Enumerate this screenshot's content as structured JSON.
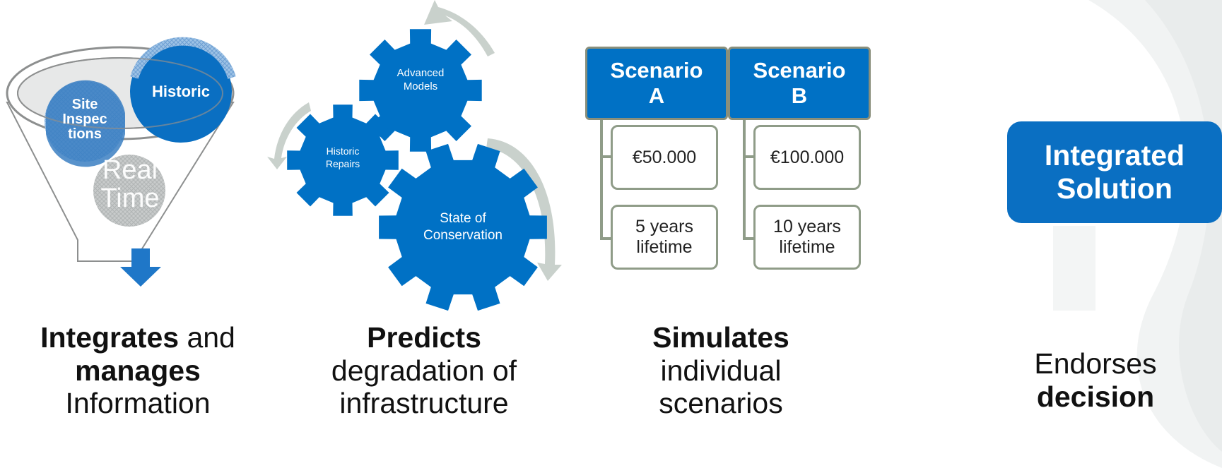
{
  "funnel": {
    "circles": [
      {
        "label": "Historic"
      },
      {
        "label_lines": [
          "Site",
          "Inspec",
          "tions"
        ]
      },
      {
        "label_lines": [
          "Real",
          "Time"
        ]
      }
    ]
  },
  "gears": [
    {
      "label_lines": [
        "Advanced",
        "Models"
      ]
    },
    {
      "label_lines": [
        "Historic",
        "Repairs"
      ]
    },
    {
      "label_lines": [
        "State of",
        "Conservation"
      ]
    }
  ],
  "scenarios": [
    {
      "title_lines": [
        "Scenario",
        "A"
      ],
      "cost": "€50.000",
      "lifetime_lines": [
        "5 years",
        "lifetime"
      ]
    },
    {
      "title_lines": [
        "Scenario",
        "B"
      ],
      "cost": "€100.000",
      "lifetime_lines": [
        "10 years",
        "lifetime"
      ]
    }
  ],
  "integrated_solution": {
    "lines": [
      "Integrated",
      "Solution"
    ]
  },
  "captions": [
    {
      "line1_bold": "Integrates",
      "line1_rest": " and",
      "line2_bold": "manages",
      "line3": "Information"
    },
    {
      "line1_bold": "Predicts",
      "line2": "degradation of",
      "line3": "infrastructure"
    },
    {
      "line1_bold": "Simulates",
      "line2": "individual",
      "line3": "scenarios"
    },
    {
      "line1": "Endorses",
      "line2_bold": "decision"
    }
  ],
  "colors": {
    "primary_blue": "#0071c5",
    "gray_arrow": "#c9d1cc",
    "box_border": "#8f9c88"
  }
}
